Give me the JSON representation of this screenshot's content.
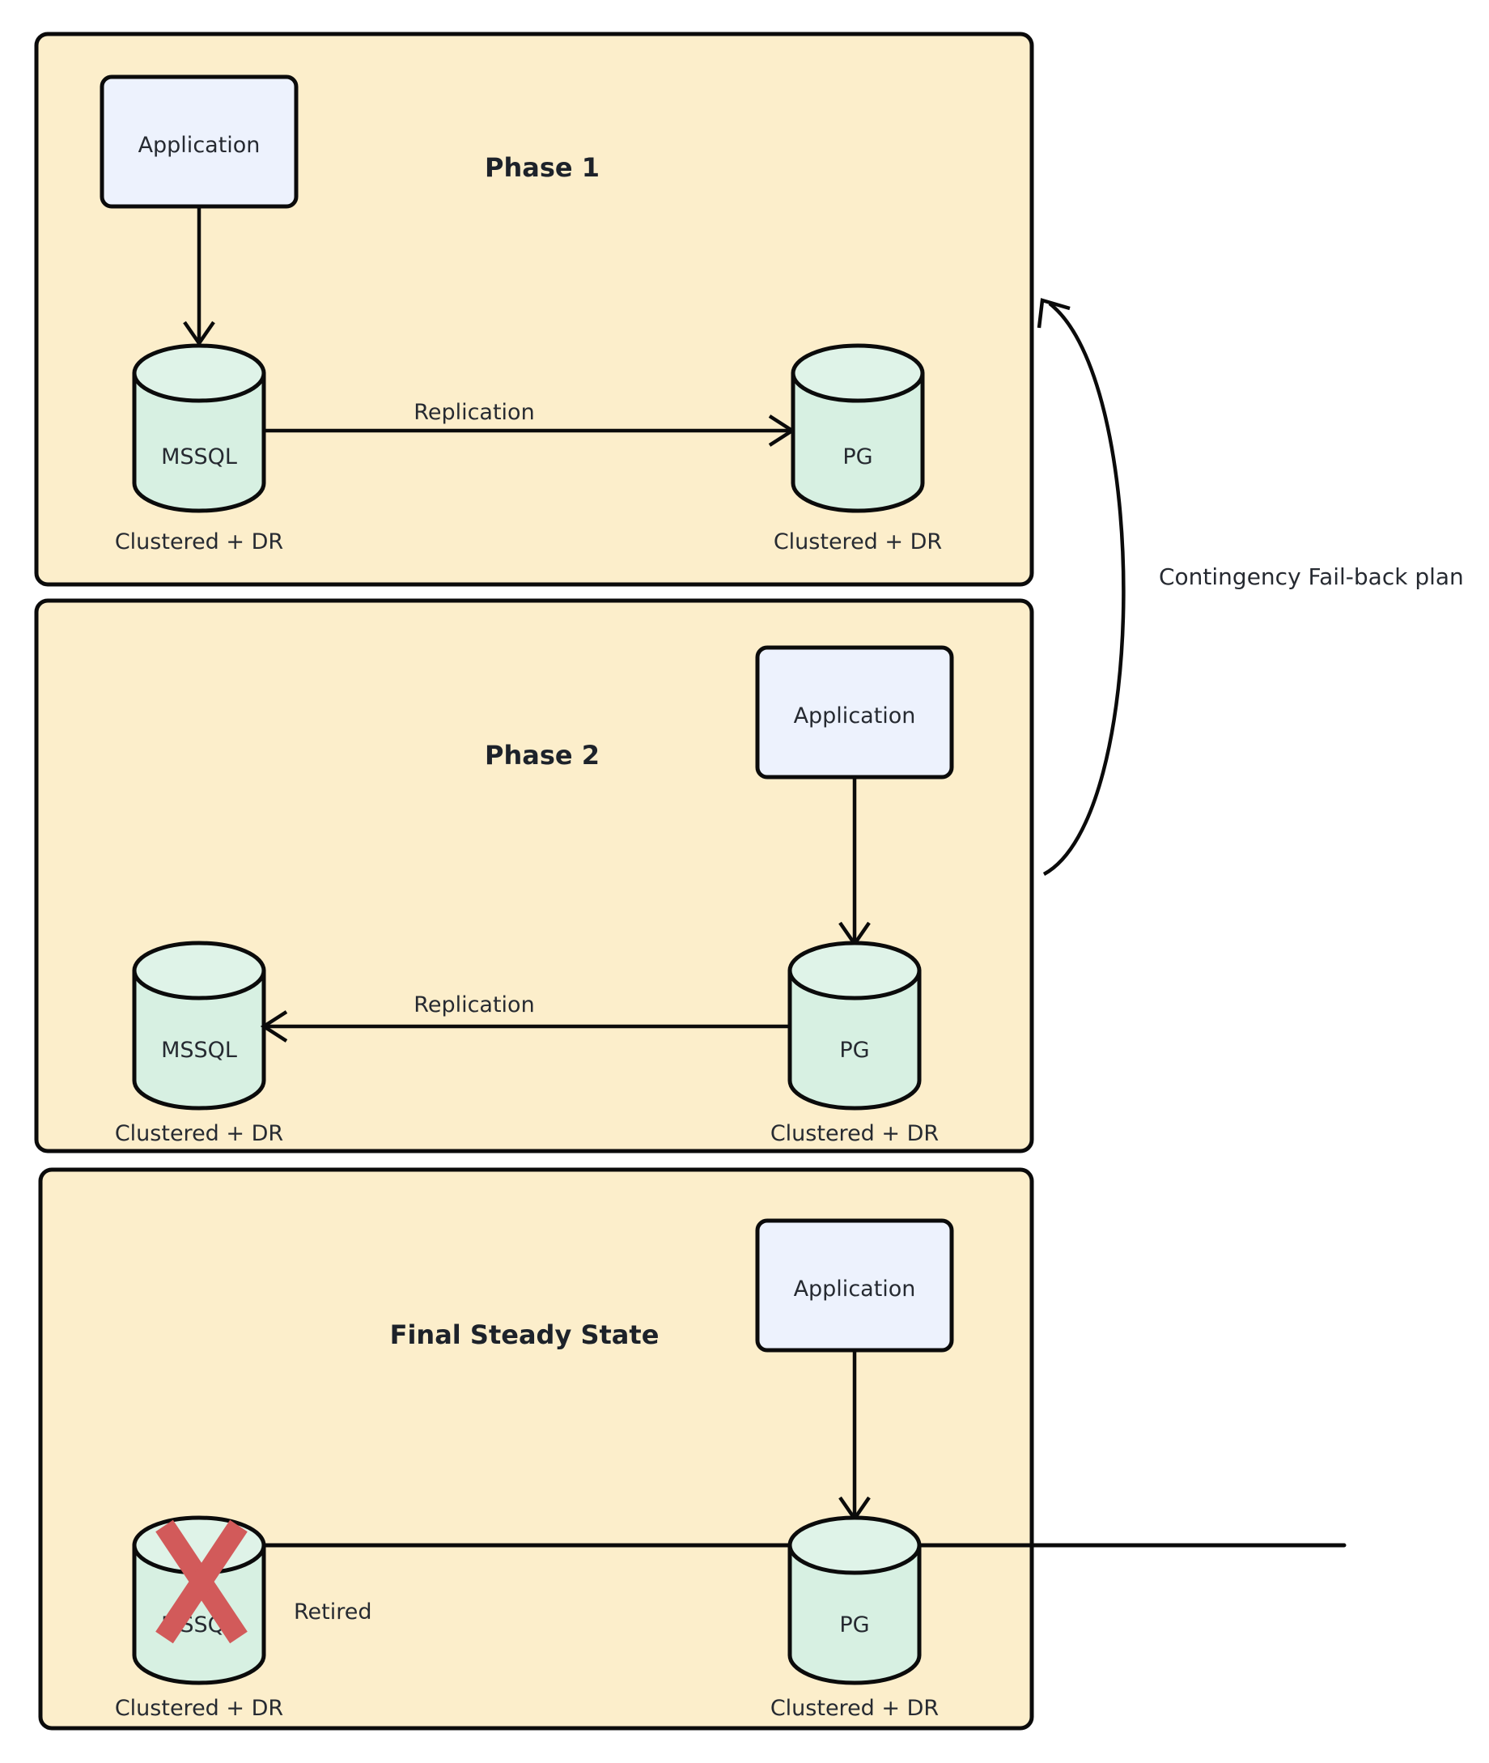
{
  "diagram": {
    "title_visible": false,
    "colors": {
      "phase_background": "#fceecb",
      "phase_border": "#0b0b0b",
      "app_background": "#edf2fd",
      "db_background": "#d7f0e2",
      "retired_x": "#d25a5a",
      "text": "#262a31",
      "canvas": "#ffffff"
    },
    "phases": [
      {
        "id": "phase-1",
        "title": "Phase 1",
        "nodes": [
          {
            "id": "app",
            "type": "app-box",
            "label": "Application"
          },
          {
            "id": "mssql",
            "type": "database-cylinder",
            "label": "MSSQL",
            "sublabel": "Clustered + DR",
            "retired": false
          },
          {
            "id": "pg",
            "type": "database-cylinder",
            "label": "PG",
            "sublabel": "Clustered + DR",
            "retired": false
          }
        ],
        "edges": [
          {
            "id": "app-to-mssql",
            "from": "app",
            "to": "mssql",
            "label": "",
            "direction": "down"
          },
          {
            "id": "mssql-to-pg",
            "from": "mssql",
            "to": "pg",
            "label": "Replication",
            "direction": "right"
          }
        ]
      },
      {
        "id": "phase-2",
        "title": "Phase 2",
        "nodes": [
          {
            "id": "app",
            "type": "app-box",
            "label": "Application"
          },
          {
            "id": "mssql",
            "type": "database-cylinder",
            "label": "MSSQL",
            "sublabel": "Clustered + DR",
            "retired": false
          },
          {
            "id": "pg",
            "type": "database-cylinder",
            "label": "PG",
            "sublabel": "Clustered + DR",
            "retired": false
          }
        ],
        "edges": [
          {
            "id": "app-to-pg",
            "from": "app",
            "to": "pg",
            "label": "",
            "direction": "down"
          },
          {
            "id": "pg-to-mssql",
            "from": "pg",
            "to": "mssql",
            "label": "Replication",
            "direction": "left"
          }
        ]
      },
      {
        "id": "final-steady-state",
        "title": "Final Steady State",
        "nodes": [
          {
            "id": "app",
            "type": "app-box",
            "label": "Application"
          },
          {
            "id": "mssql",
            "type": "database-cylinder",
            "label": "MSSQL",
            "sublabel": "Clustered + DR",
            "retired": true,
            "retired_label": "Retired"
          },
          {
            "id": "pg",
            "type": "database-cylinder",
            "label": "PG",
            "sublabel": "Clustered + DR",
            "retired": false
          }
        ],
        "edges": [
          {
            "id": "app-to-pg",
            "from": "app",
            "to": "pg",
            "label": "",
            "direction": "down"
          }
        ]
      }
    ],
    "annotations": [
      {
        "id": "fallback-curve",
        "label": "Contingency Fail-back plan",
        "from_phase": "phase-2",
        "to_phase": "phase-1",
        "style": "curved-arrow"
      }
    ]
  },
  "labels": {
    "phase1_title": "Phase 1",
    "phase2_title": "Phase 2",
    "final_title": "Final Steady State",
    "application": "Application",
    "mssql": "MSSQL",
    "pg": "PG",
    "clustered_dr": "Clustered + DR",
    "replication": "Replication",
    "retired": "Retired",
    "contingency": "Contingency Fail-back plan"
  }
}
